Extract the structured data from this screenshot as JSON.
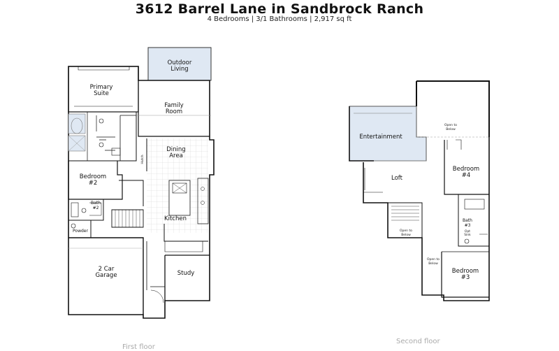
{
  "header": {
    "title": "3612 Barrel Lane in Sandbrock Ranch",
    "subtitle": "4 Bedrooms | 3/1 Bathrooms | 2,917 sq ft"
  },
  "first_floor": {
    "label": "First floor",
    "rooms": {
      "outdoor_living_1": "Outdoor",
      "outdoor_living_2": "Living",
      "primary_suite_1": "Primary",
      "primary_suite_2": "Suite",
      "family_room_1": "Family",
      "family_room_2": "Room",
      "dining_1": "Dining",
      "dining_2": "Area",
      "bedroom2_1": "Bedroom",
      "bedroom2_2": "#2",
      "bath2_1": "Bath",
      "bath2_2": "#2",
      "hutch": "Hutch",
      "kitchen": "Kitchen",
      "powder": "Powder",
      "garage_1": "2 Car",
      "garage_2": "Garage",
      "study": "Study"
    }
  },
  "second_floor": {
    "label": "Second floor",
    "rooms": {
      "entertainment": "Entertainment",
      "open_below_1a": "Open to",
      "open_below_1b": "Below",
      "loft": "Loft",
      "bedroom4_1": "Bedroom",
      "bedroom4_2": "#4",
      "bath3_1": "Bath",
      "bath3_2": "#3",
      "opt_sink_1": "Opt",
      "opt_sink_2": "Sink",
      "open_below_2a": "Open to",
      "open_below_2b": "Below",
      "open_below_3a": "Open to",
      "open_below_3b": "Below",
      "bedroom3_1": "Bedroom",
      "bedroom3_2": "#3"
    }
  },
  "colors": {
    "highlight": "#dfe8f3",
    "wall": "#111111",
    "grid": "#c8c8c8"
  }
}
